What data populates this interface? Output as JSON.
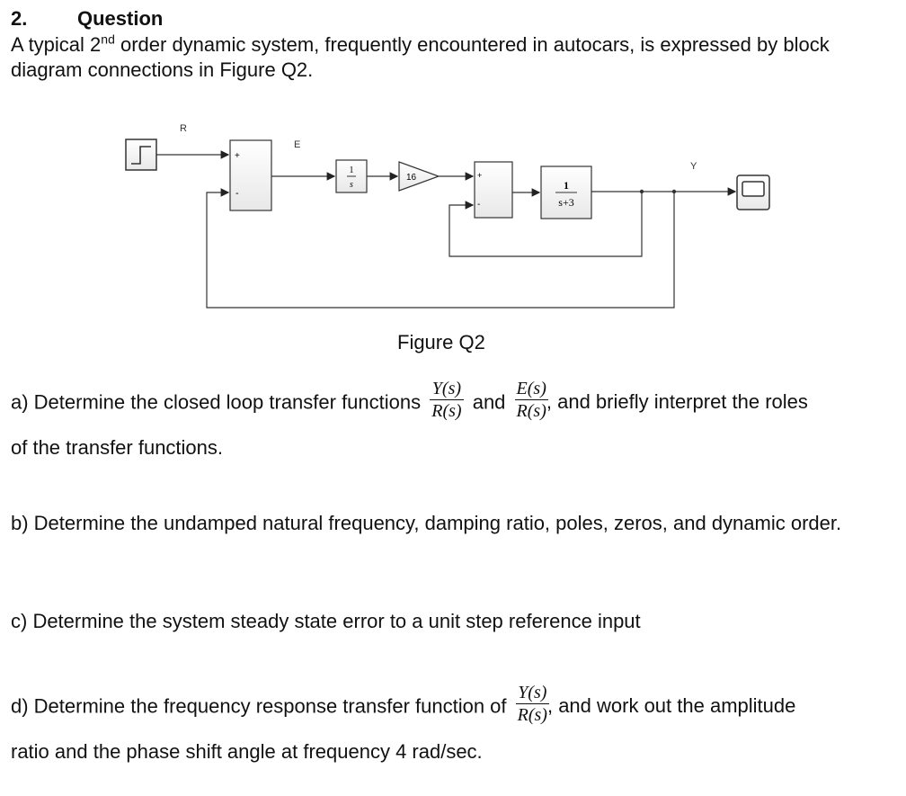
{
  "question": {
    "number": "2.",
    "title": "Question",
    "intro_part1": "A typical 2",
    "intro_sup": "nd",
    "intro_part2": " order dynamic system, frequently encountered in autocars, is expressed by block diagram connections in Figure Q2."
  },
  "diagram": {
    "signal_R": "R",
    "signal_E": "E",
    "signal_Y": "Y",
    "sum1_plus": "+",
    "sum1_minus": "-",
    "sum2_plus": "+",
    "sum2_minus": "-",
    "integrator_num": "1",
    "integrator_den": "s",
    "gain": "16",
    "tf_num": "1",
    "tf_den": "s+3",
    "caption": "Figure Q2"
  },
  "parts": {
    "a_text1": "a) Determine the closed loop transfer functions",
    "a_frac1_num": "Y(s)",
    "a_frac1_den": "R(s)",
    "a_and": "and",
    "a_frac2_num": "E(s)",
    "a_frac2_den": "R(s)",
    "a_text2": ", and briefly interpret the roles",
    "a_text3": "of the transfer functions.",
    "b_text": "b) Determine the undamped natural frequency, damping ratio, poles, zeros, and dynamic order.",
    "c_text": "c) Determine the system steady state error to a unit step reference input",
    "d_text1": "d) Determine the frequency response transfer function of",
    "d_frac_num": "Y(s)",
    "d_frac_den": "R(s)",
    "d_text2": ", and work out the amplitude",
    "d_text3": "ratio and the phase shift angle at frequency 4 rad/sec."
  }
}
